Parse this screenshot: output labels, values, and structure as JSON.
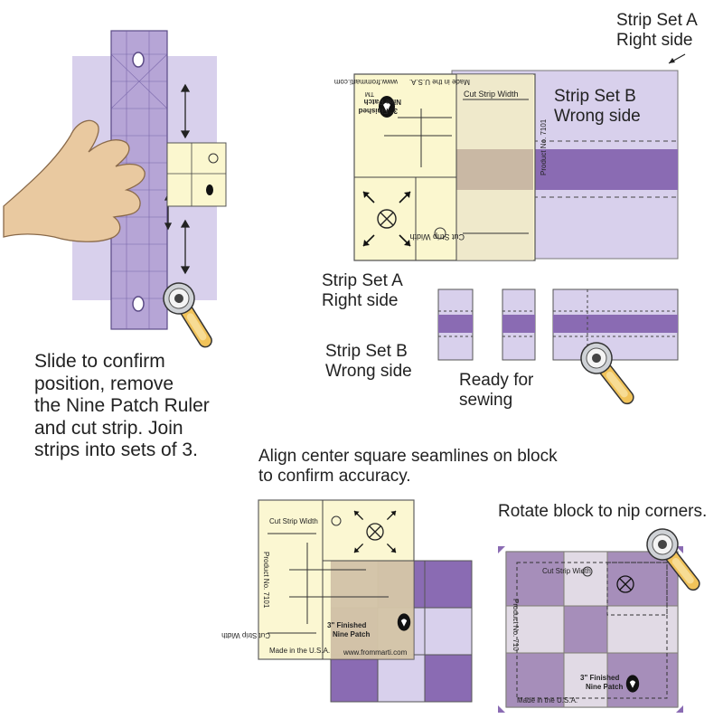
{
  "labels": {
    "top_strip_a": [
      "Strip Set A",
      "Right side"
    ],
    "top_strip_b": [
      "Strip Set B",
      "Wrong side"
    ],
    "mid_strip_a": [
      "Strip Set A",
      "Right side"
    ],
    "mid_strip_b": [
      "Strip Set B",
      "Wrong side"
    ],
    "ready": [
      "Ready for",
      "sewing"
    ],
    "slide_instruction": [
      "Slide to confirm",
      "position, remove",
      "the Nine Patch Ruler",
      "and cut strip. Join",
      "strips into sets of 3."
    ],
    "align_instruction": [
      "Align center square seamlines on block",
      "to confirm accuracy."
    ],
    "rotate_instruction": "Rotate block to nip corners."
  },
  "ruler_text": {
    "cut_strip_width": "Cut Strip Width",
    "made_in": "Made in the U.S.A.",
    "website": "www.frommarti.com",
    "product_no": "Product No. 7101",
    "product_no_cut": "Product No. 710",
    "finished_1": "3\" Finished",
    "finished_2": "Nine Patch",
    "tm": "TM"
  },
  "colors": {
    "ruler": "#fbf7cf",
    "light_purple": "#d8d0ec",
    "dark_purple": "#8a6bb3",
    "mid_purple": "#a28cc8",
    "cutter_handle": "#f1c35a",
    "skin": "#e9c9a0",
    "outline": "#333333"
  },
  "icons": [
    "hand-icon",
    "rotary-cutter-icon",
    "heart-hand-logo",
    "circle-x-icon",
    "corner-arrow-icon",
    "double-arrow-icon"
  ]
}
